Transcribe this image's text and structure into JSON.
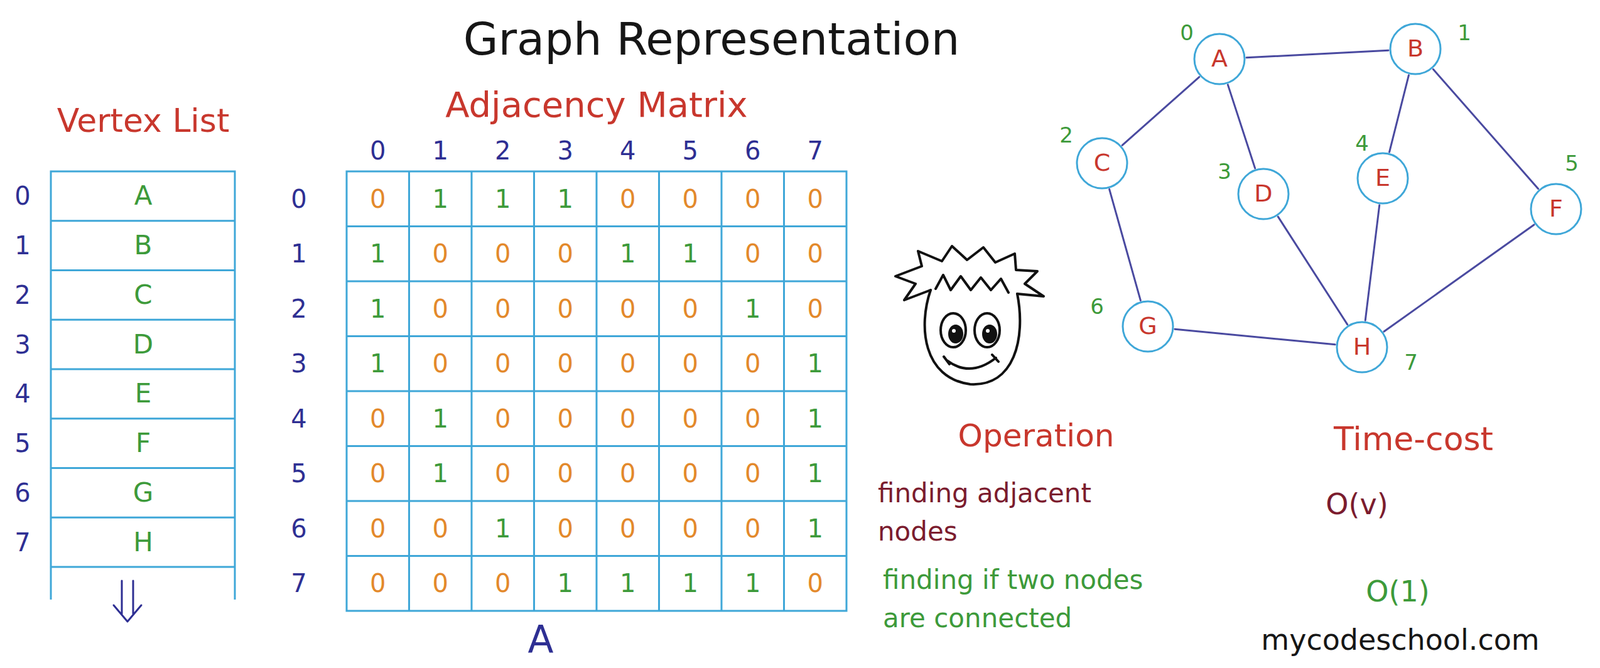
{
  "diagram": {
    "title": "Graph Representation",
    "nodes": [
      {
        "text": [
          "A"
        ]
      },
      {
        "text": [
          "B"
        ]
      },
      {
        "text": [
          "C"
        ]
      },
      {
        "text": [
          "D"
        ]
      },
      {
        "text": [
          "E"
        ]
      },
      {
        "text": [
          "F"
        ]
      },
      {
        "text": [
          "G"
        ]
      },
      {
        "text": [
          "H"
        ]
      }
    ],
    "edges": [
      {
        "from": 0,
        "to": 1,
        "arrow": "none"
      },
      {
        "from": 0,
        "to": 2,
        "arrow": "none"
      },
      {
        "from": 0,
        "to": 3,
        "arrow": "none"
      },
      {
        "from": 1,
        "to": 4,
        "arrow": "none"
      },
      {
        "from": 1,
        "to": 5,
        "arrow": "none"
      },
      {
        "from": 2,
        "to": 6,
        "arrow": "none"
      },
      {
        "from": 3,
        "to": 7,
        "arrow": "none"
      },
      {
        "from": 4,
        "to": 7,
        "arrow": "none"
      },
      {
        "from": 5,
        "to": 7,
        "arrow": "none"
      },
      {
        "from": 6,
        "to": 7,
        "arrow": "none"
      }
    ],
    "labels": [
      "Vertex List",
      "0",
      "A",
      "1",
      "B",
      "2",
      "C",
      "3",
      "D",
      "4",
      "E",
      "5",
      "F",
      "6",
      "G",
      "7",
      "H",
      "Adjacency Matrix",
      "0",
      "1",
      "2",
      "3",
      "4",
      "5",
      "6",
      "7",
      "0",
      "0",
      "1",
      "1",
      "1",
      "0",
      "0",
      "0",
      "0",
      "1",
      "1",
      "0",
      "0",
      "0",
      "1",
      "1",
      "0",
      "0",
      "2",
      "1",
      "0",
      "0",
      "0",
      "0",
      "0",
      "1",
      "0",
      "3",
      "1",
      "0",
      "0",
      "0",
      "0",
      "0",
      "0",
      "1",
      "4",
      "0",
      "1",
      "0",
      "0",
      "0",
      "0",
      "0",
      "1",
      "5",
      "0",
      "1",
      "0",
      "0",
      "0",
      "0",
      "0",
      "1",
      "6",
      "0",
      "0",
      "1",
      "0",
      "0",
      "0",
      "0",
      "1",
      "7",
      "0",
      "0",
      "0",
      "1",
      "1",
      "1",
      "1",
      "0",
      "A",
      "0",
      "1",
      "2",
      "3",
      "4",
      "5",
      "6",
      "7",
      "Operation",
      "Time-cost",
      "finding adjacent nodes",
      "O(v)",
      "finding if two nodes are connected",
      "O(1)",
      "mycodeschool.com"
    ]
  }
}
